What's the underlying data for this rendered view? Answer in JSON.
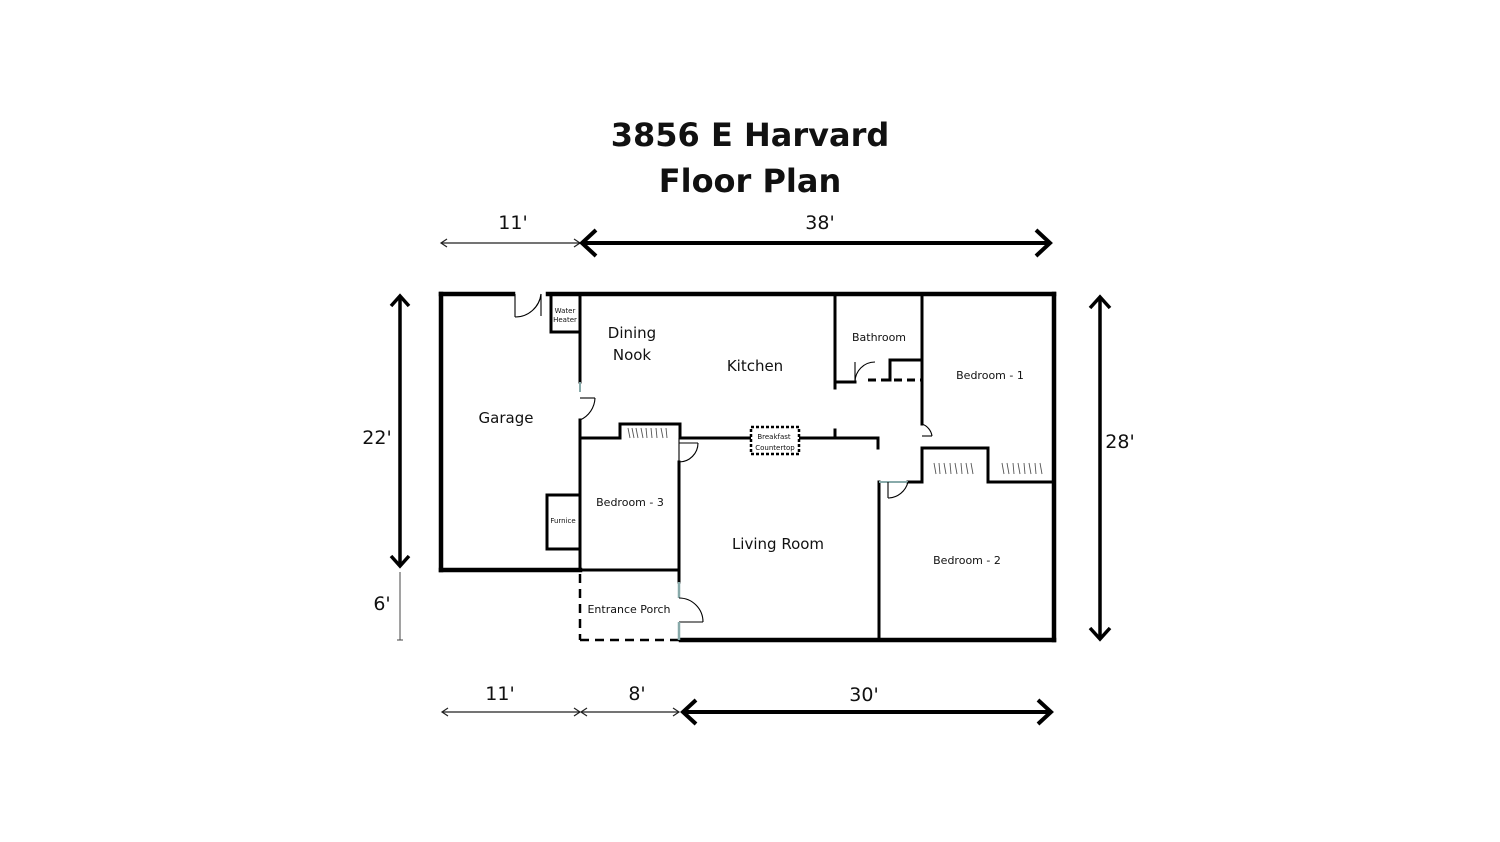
{
  "title": {
    "line1": "3856 E Harvard",
    "line2": "Floor Plan"
  },
  "dimensions": {
    "top_left": "11'",
    "top_right": "38'",
    "left_upper": "22'",
    "left_lower": "6'",
    "right": "28'",
    "bottom_left": "11'",
    "bottom_mid": "8'",
    "bottom_right": "30'"
  },
  "rooms": {
    "garage": "Garage",
    "water_heater_1": "Water",
    "water_heater_2": "Heater",
    "dining_1": "Dining",
    "dining_2": "Nook",
    "kitchen": "Kitchen",
    "bathroom": "Bathroom",
    "bedroom1": "Bedroom - 1",
    "breakfast_1": "Breakfast",
    "breakfast_2": "Countertop",
    "bedroom3": "Bedroom - 3",
    "furnace": "Furnice",
    "living": "Living Room",
    "bedroom2": "Bedroom - 2",
    "entrance": "Entrance Porch"
  }
}
